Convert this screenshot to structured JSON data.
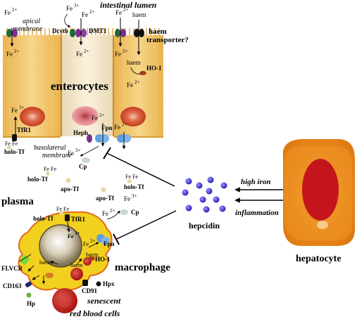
{
  "labels": {
    "intestinal_lumen": "intestinal lumen",
    "apical_membrane_1": "apical",
    "apical_membrane_2": "membrane",
    "enterocytes": "enterocytes",
    "basolateral_1": "basolateral",
    "basolateral_2": "membrane",
    "plasma": "plasma",
    "macrophage": "macrophage",
    "hepcidin": "hepcidin",
    "hepatocyte": "hepatocyte",
    "high_iron": "high iron",
    "inflammation": "inflammation",
    "senescent_1": "senescent",
    "senescent_2": "red blood cells",
    "haem_transporter_1": "haem",
    "haem_transporter_2": "transporter?"
  },
  "species": {
    "fe2": "Fe",
    "fe2_sup": "2+",
    "fe3": "Fe",
    "fe3_sup": "3+",
    "fe": "Fe",
    "haem": "haem",
    "holo_tf": "holo-Tf",
    "apo_tf": "apo-Tf",
    "cp": "Cp"
  },
  "proteins": {
    "dcytb": "Dcytb",
    "dmt1": "DMT1",
    "ho1": "HO-1",
    "tfr1": "TfR1",
    "heph": "Heph",
    "fpn": "Fpn",
    "flvcr": "FLVCR",
    "cd163": "CD163",
    "cd91": "CD91",
    "hpx": "Hpx",
    "hp": "Hp"
  },
  "colors": {
    "enterocyte_fill": "#f2c46a",
    "enterocyte_stripe": "#e1a640",
    "nucleus_outer": "#c9442a",
    "nucleus_inner": "#e8a58a",
    "hepatocyte_outer": "#e98a1a",
    "hepatocyte_nucleus": "#c4151c",
    "hepcidin_dot": "#3a2fc9",
    "macrophage_fill": "#f2d01f",
    "rbc": "#c3231d",
    "fpn_blue": "#5f9fe0",
    "dmt1_purple": "#7a2d8f",
    "dcytb_green": "#1e6b3a",
    "tf_dot": "#e5d7a6",
    "flvcr_green": "#7cd640"
  }
}
